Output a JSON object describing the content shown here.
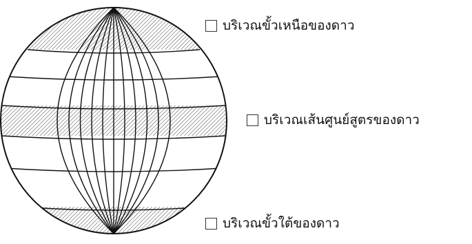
{
  "labels": {
    "north": "บริเวณขั้วเหนือของดาว",
    "equator": "บริเวณเส้นศูนย์สูตรของดาว",
    "south": "บริเวณขั้วใต้ของดาว"
  },
  "colors": {
    "outline": "#111111",
    "hatch": "#555555",
    "background": "#ffffff"
  },
  "icons": {
    "checkbox": "empty-square-checkbox"
  }
}
